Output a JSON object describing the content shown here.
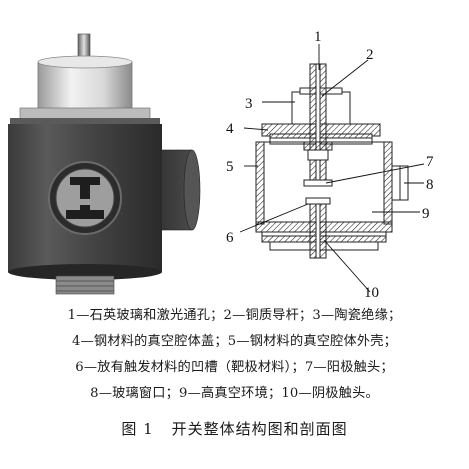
{
  "labels": {
    "n1": "1",
    "n2": "2",
    "n3": "3",
    "n4": "4",
    "n5": "5",
    "n6": "6",
    "n7": "7",
    "n8": "8",
    "n9": "9",
    "n10": "10"
  },
  "legend": {
    "line1": "1—石英玻璃和激光通孔；2—铜质导杆；3—陶瓷绝缘；",
    "line2": "4—钢材料的真空腔体盖；5—钢材料的真空腔体外壳；",
    "line3": "6—放有触发材料的凹槽（靶极材料）；7—阳极触头；",
    "line4": "8—玻璃窗口；9—高真空环境；10—阴极触头。"
  },
  "caption": {
    "number": "图 1",
    "title": "开关整体结构图和剖面图"
  }
}
